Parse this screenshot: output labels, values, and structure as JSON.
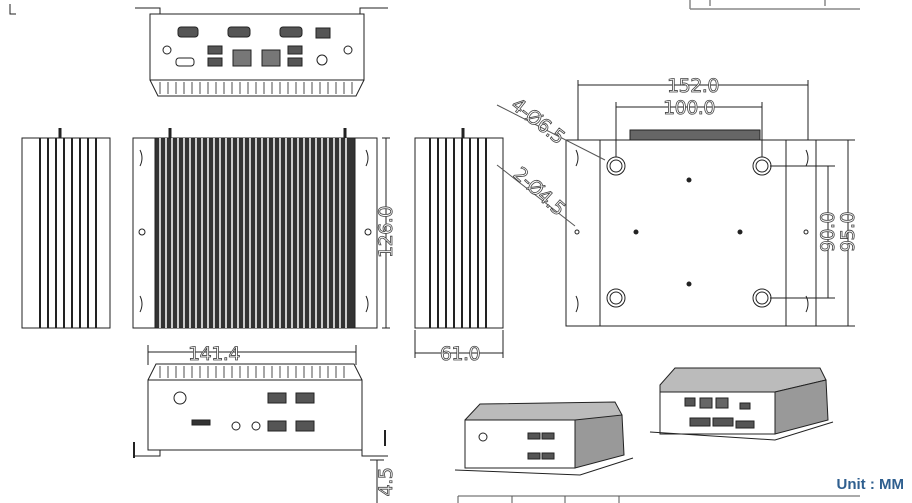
{
  "dimensions": {
    "width_total": "152.0",
    "hole_spacing_x": "100.0",
    "mount_holes": "4-Ø6.5",
    "small_holes": "2-Ø4.5",
    "hole_spacing_y": "90.0",
    "height_total": "95.0",
    "side_length": "126.0",
    "front_width": "141.4",
    "depth": "61.0",
    "bracket_height": "4.5"
  },
  "unit_label": "Unit : MM"
}
